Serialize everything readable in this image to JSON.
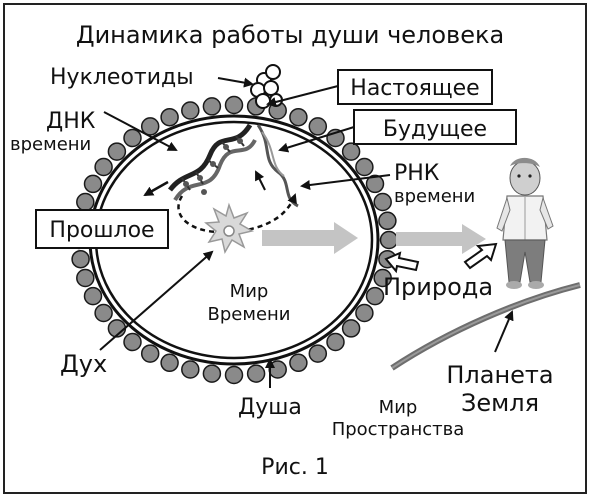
{
  "title": "Динамика работы души человека",
  "labels": {
    "nucleotides": "Нуклеотиды",
    "dna": "ДНК",
    "dna_sub": "времени",
    "present": "Настоящее",
    "future": "Будущее",
    "past": "Прошлое",
    "rna": "РНК",
    "rna_sub": "времени",
    "time_world_1": "Мир",
    "time_world_2": "Времени",
    "nature": "Природа",
    "spirit": "Дух",
    "soul": "Душа",
    "space_world_1": "Мир",
    "space_world_2": "Пространства",
    "planet_1": "Планета",
    "planet_2": "Земля"
  },
  "caption": "Рис. 1",
  "colors": {
    "bead_fill": "#8a8a8a",
    "bead_stroke": "#1a1a1a",
    "arrow_gray": "#bdbdbd",
    "planet_line": "#6e6e6e"
  }
}
